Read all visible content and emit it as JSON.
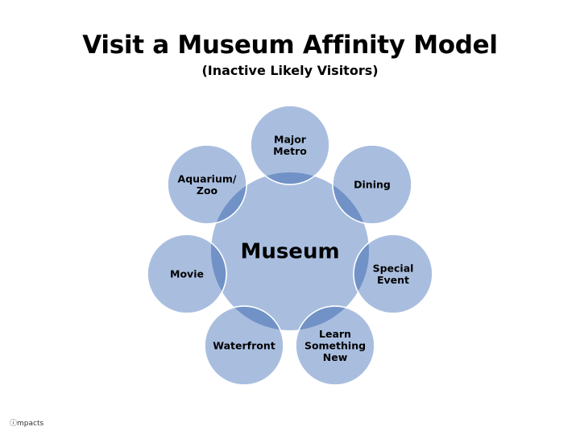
{
  "header": {
    "title": "Visit a Museum Affinity Model",
    "subtitle": "(Inactive Likely Visitors)"
  },
  "diagram": {
    "center": {
      "label": "Museum"
    },
    "satellites": [
      {
        "id": "major-metro",
        "lines": [
          "Major",
          "Metro"
        ]
      },
      {
        "id": "dining",
        "lines": [
          "Dining"
        ]
      },
      {
        "id": "special-event",
        "lines": [
          "Special",
          "Event"
        ]
      },
      {
        "id": "learn-something-new",
        "lines": [
          "Learn",
          "Something",
          "New"
        ]
      },
      {
        "id": "waterfront",
        "lines": [
          "Waterfront"
        ]
      },
      {
        "id": "movie",
        "lines": [
          "Movie"
        ]
      },
      {
        "id": "aquarium-zoo",
        "lines": [
          "Aquarium/",
          "Zoo"
        ]
      }
    ],
    "colors": {
      "fill": "#a9bedf",
      "overlap": "#7192c6",
      "stroke": "#ffffff"
    }
  },
  "footer": {
    "watermark": "ⓘmpacts"
  }
}
